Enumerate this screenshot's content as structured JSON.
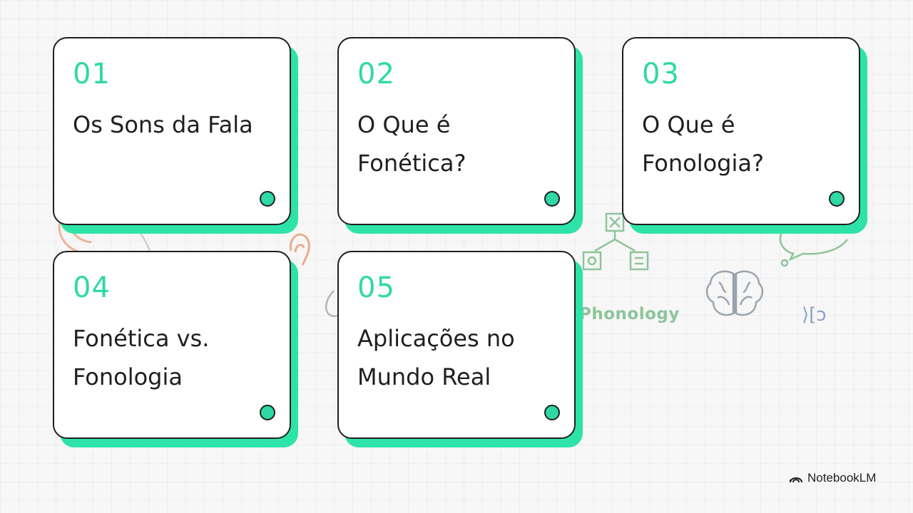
{
  "cards": [
    {
      "number": "01",
      "title": "Os Sons da Fala"
    },
    {
      "number": "02",
      "title": "O Que é Fonética?"
    },
    {
      "number": "03",
      "title": "O Que é Fonologia?"
    },
    {
      "number": "04",
      "title": "Fonética vs. Fonologia"
    },
    {
      "number": "05",
      "title": "Aplicações no Mundo Real"
    }
  ],
  "background": {
    "phonology_label": "Phonology",
    "bracket_glyph": "⟩[ᴐ"
  },
  "brand": {
    "name": "NotebookLM"
  },
  "colors": {
    "accent": "#2ed9a6",
    "shadow": "#2ee3a8",
    "border": "#1f1f1f",
    "illustration_green": "#8ec49a",
    "illustration_orange": "#e8a07a"
  },
  "icons": [
    "mouth-illustration-icon",
    "ear-icon",
    "nose-icon",
    "diagram-tree-icon",
    "speech-bubble-icon",
    "brain-icon",
    "notebooklm-logo-icon"
  ]
}
